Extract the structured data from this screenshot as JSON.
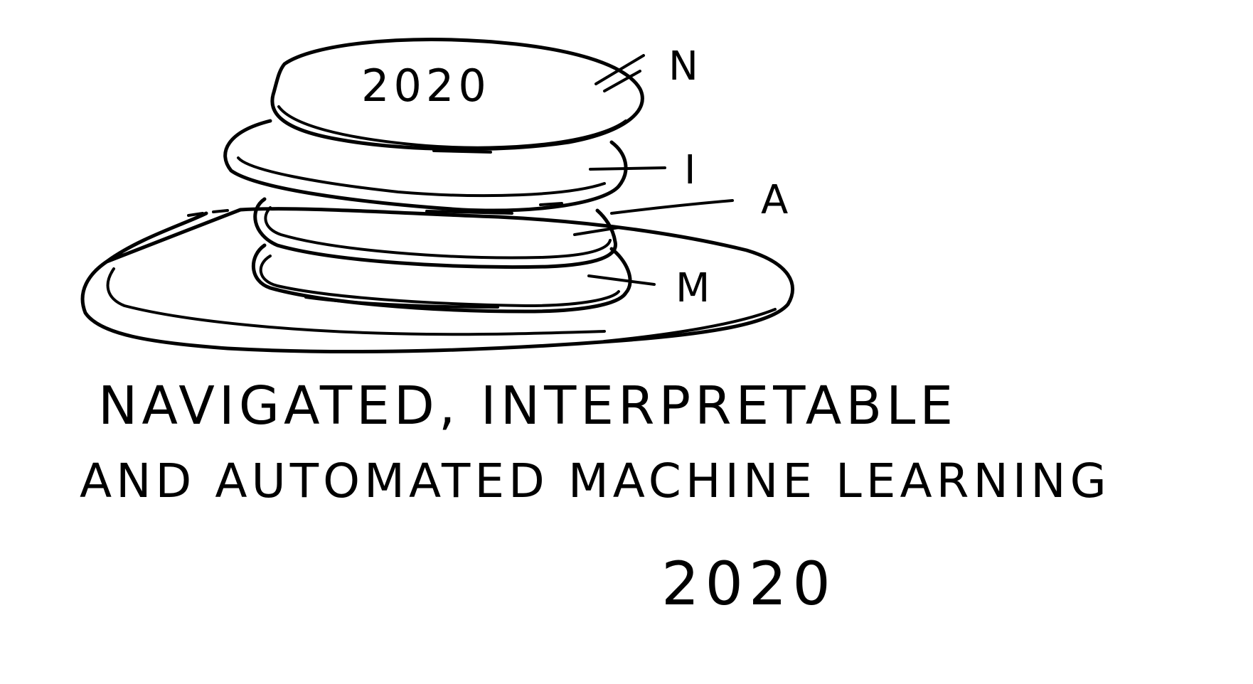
{
  "logo": {
    "top_coin_year": "2020",
    "side_letters": [
      "N",
      "I",
      "A",
      "M"
    ]
  },
  "caption": {
    "line1": "NAVIGATED, INTERPRETABLE",
    "line2": "AND AUTOMATED MACHINE LEARNING",
    "year": "2020"
  }
}
